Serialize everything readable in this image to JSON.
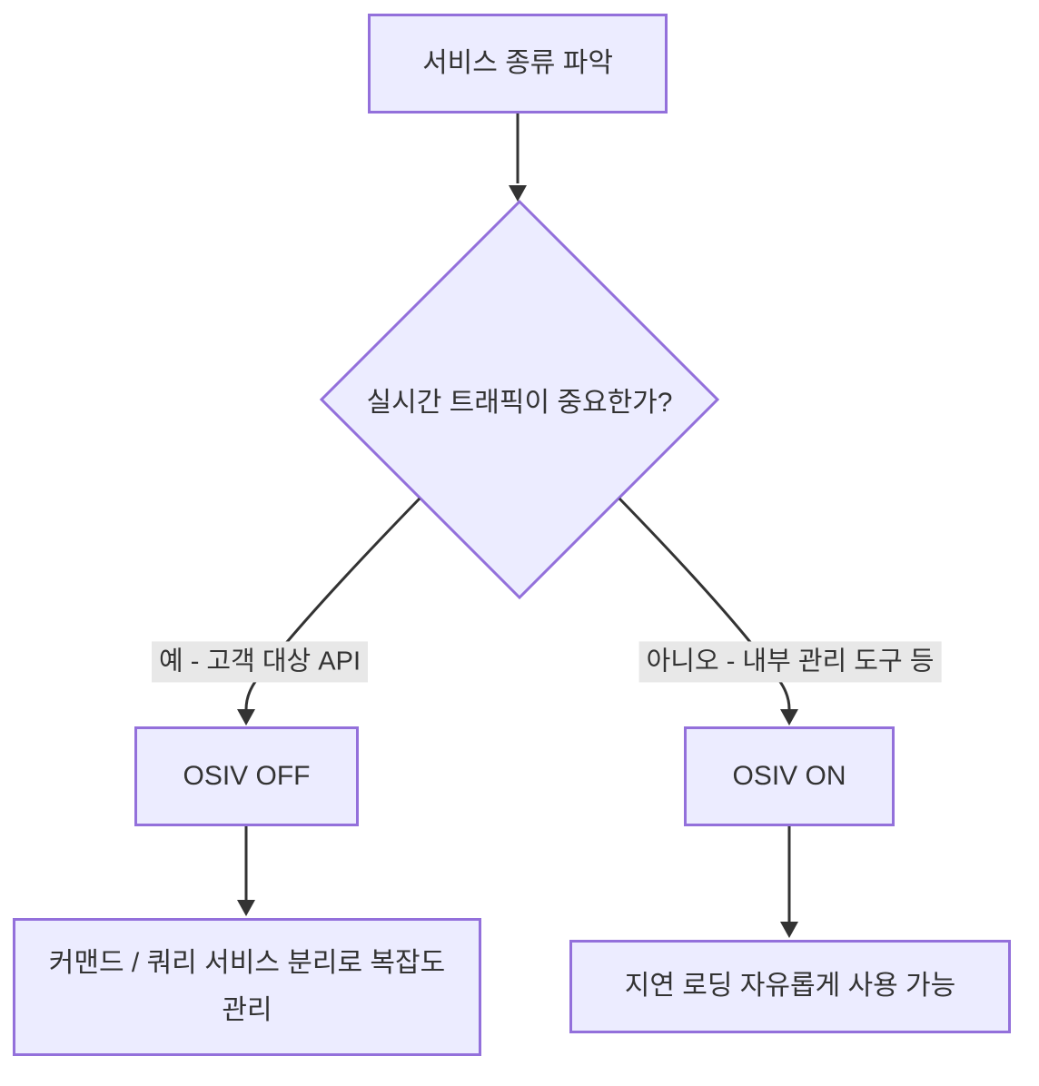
{
  "theme": {
    "background": "#ffffff",
    "node_fill": "#ececff",
    "node_border": "#9370db",
    "edge_color": "#333333",
    "text_color": "#333333",
    "edge_label_bg": "#e8e8e8"
  },
  "flowchart": {
    "nodes": {
      "start": "서비스 종류 파악",
      "decision": "실시간 트래픽이 중요한가?",
      "osiv_off": "OSIV OFF",
      "osiv_on": "OSIV ON",
      "cqrs": "커맨드 / 쿼리 서비스 분리로 복잡도 관리",
      "lazy_loading": "지연 로딩 자유롭게 사용 가능"
    },
    "edge_labels": {
      "yes": "예 - 고객 대상 API",
      "no": "아니오 - 내부 관리 도구 등"
    }
  }
}
